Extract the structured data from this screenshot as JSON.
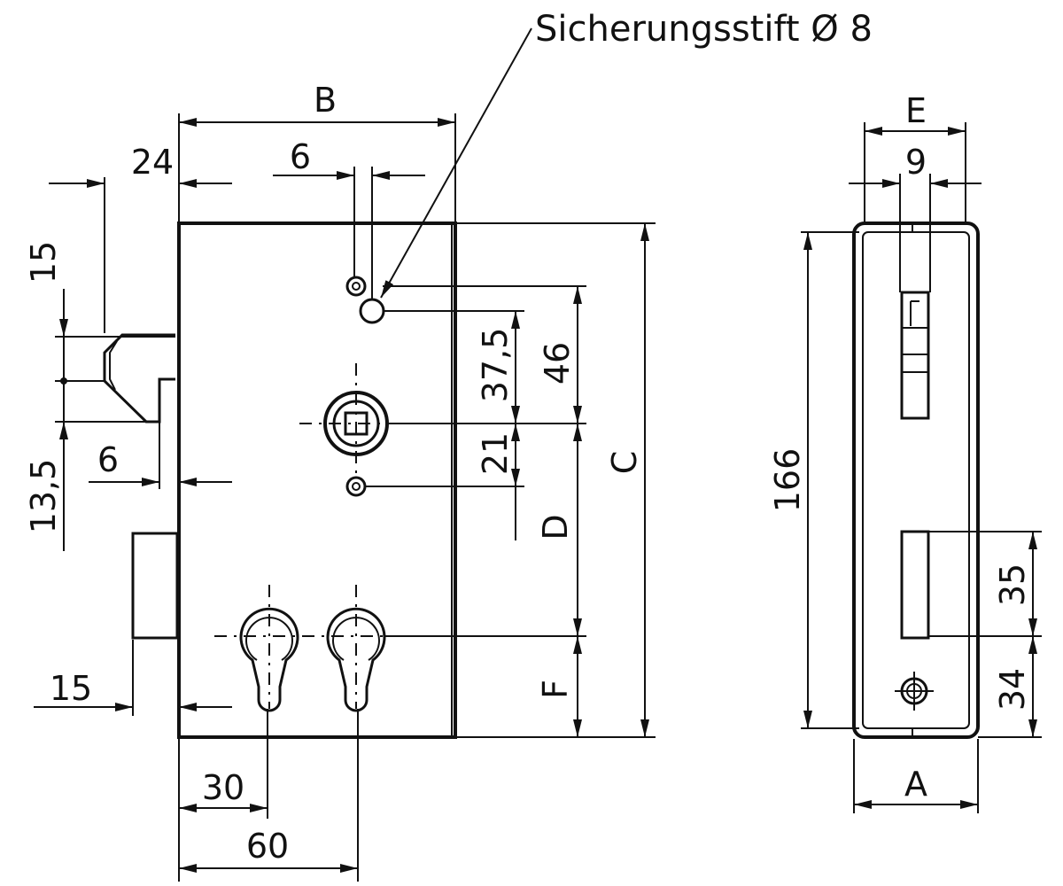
{
  "annotation": {
    "label": "Sicherungsstift Ø 8"
  },
  "front_view": {
    "dim_B": "B",
    "dim_24": "24",
    "dim_6_top": "6",
    "dim_15_left": "15",
    "dim_13_5": "13,5",
    "dim_6_latch": "6",
    "dim_15_bottom": "15",
    "dim_30": "30",
    "dim_60": "60",
    "dim_37_5": "37,5",
    "dim_21": "21",
    "dim_46": "46",
    "dim_D": "D",
    "dim_C": "C",
    "dim_F": "F"
  },
  "side_view": {
    "dim_E": "E",
    "dim_9": "9",
    "dim_166": "166",
    "dim_35": "35",
    "dim_34": "34",
    "dim_A": "A"
  },
  "colors": {
    "line": "#111111",
    "background": "#ffffff"
  }
}
